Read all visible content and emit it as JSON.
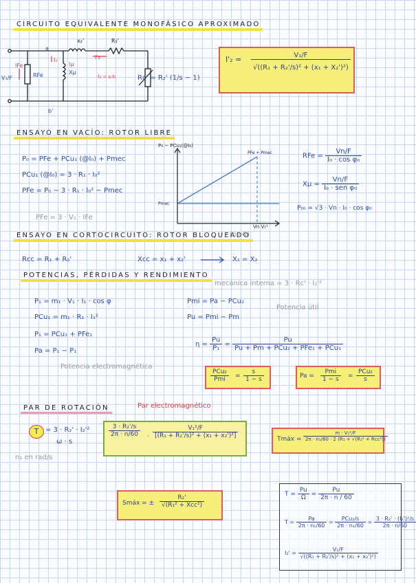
{
  "headers": {
    "circuit": "CIRCUITO EQUIVALENTE MONOFÁSICO APROXIMADO",
    "vacio": "ENSAYO EN VACÍO: ROTOR LIBRE",
    "cc": "ENSAYO EN CORTOCIRCUITO: ROTOR BLOQUEADO",
    "cc_note": "(n=0)",
    "potencias": "POTENCIAS, PÉRDIDAS Y RENDIMIENTO",
    "par": "PAR DE ROTACIÓN",
    "par_note": "Par electromagnético"
  },
  "circuit": {
    "lbl_a": "a",
    "lbl_b": "b'",
    "lbl_v": "V₁/F",
    "lbl_io": "I₀",
    "lbl_i2": "I'₂",
    "lbl_ife": "IFe",
    "lbl_rfe": "RFe",
    "lbl_imu": "Iμ",
    "lbl_xmu": "Xμ",
    "lbl_x2": "x₂'",
    "lbl_r2": "R₂'",
    "lbl_f": "f₂ = s·f₁",
    "lbl_rc": "Rc' = R₂' (1/s − 1)"
  },
  "i2_box": {
    "lhs": "I'₂ =",
    "num": "V₁/F",
    "den": "√((R₁ + R₂'/s)² + (x₁ + X₂')²)"
  },
  "vacio": {
    "e1": "P₀ = PFe + PCu₁ (@I₀) + Pmec",
    "e2": "PCu₁ (@I₀) = 3 · R₁ · I₀²",
    "e3": "PFe = P₀ − 3 · R₁ · I₀² − Pmec",
    "e4": "PFe = 3 · V₁ · IFe",
    "r1l": "RFe =",
    "r1n": "Vn/F",
    "r1d": "I₀ · cos φ₀",
    "r2l": "Xμ =",
    "r2n": "Vn/F",
    "r2d": "I₀ · sen φ₀",
    "r3": "P₀₀ = √3 · Vn · I₀ · cos φ₀"
  },
  "graph": {
    "ylabel": "P₀ − PCu₁(@I₀)",
    "xlabel": "Vn V₁²",
    "pt": "PFe + Pmec",
    "y0": "Pmec"
  },
  "cc": {
    "e1": "Rcc = R₁ + R₂'",
    "e2": "Xcc = x₁ + x₂'",
    "e3": "X₁ = X₂"
  },
  "pot": {
    "e1": "P₁ = m₁ · V₁ · I₁ · cos φ",
    "e2": "PCu₁ = m₁ · R₁ · I₁²",
    "e3": "P₁ = PCu₁ + PFe₁",
    "e4": "Pa = P₁ − P₁",
    "e4_note": "Potencia electromagnética",
    "e5": "Pmi = Pa − PCu₂",
    "e5_note": "mecánica interna = 3 · Rc' · I₂'²",
    "e6": "Pu = Pmi − Pm",
    "e6_note": "Potencia útil",
    "eta_l": "η =",
    "eta_n": "Pu",
    "eta_d": "P₁",
    "eta_n2": "Pu",
    "eta_d2": "Pu + Pm + PCu₂ + PFe₁ + PCu₁",
    "b1_n1": "PCu₂",
    "b1_d1": "Pmi",
    "b1_n2": "s",
    "b1_d2": "1 − s",
    "b2_l": "Pa =",
    "b2_n1": "Pmi",
    "b2_d1": "1 − s",
    "b2_n2": "PCu₂",
    "b2_d2": "s"
  },
  "par": {
    "t": "T",
    "t_eq": "= 3 · R₂' · I₂'²",
    "t_den": "ω · s",
    "t_mid_n": "3 · R₂'",
    "t_mid_ns": "s",
    "t_mid_d": "2π · n",
    "t_mid_d2": "60",
    "t_right_n": "V₁²/F",
    "t_right_d": "[(R₁ + R₂'/s)² + (x₁ + x₂')²]",
    "omega_note": "n₁ en rad/s",
    "tmax_l": "Tmáx =",
    "tmax_n": "m · V₁²/F",
    "tmax_d": "2π · n₁/60 · 2 (R₁ + √(R₁² + Rcc²))",
    "smax_l": "Smáx = ±",
    "smax_n": "R₂'",
    "smax_d": "√(R₁² + Xcc²)",
    "f1_l": "T =",
    "f1_n1": "Pu",
    "f1_d1": "Ω",
    "f1_n2": "Pu",
    "f1_d2": "2π · n",
    "f1_d3": "60",
    "f2_l": "T =",
    "f2_n1": "Pa",
    "f2_d1": "2π · n₁",
    "f2_d1b": "60",
    "f2_n2": "PCu₂/s",
    "f2_d2": "2π · n₁",
    "f2_d2b": "60",
    "f2_n3": "3 · R₂' · (I₂')²",
    "f2_n3b": "s",
    "f2_d3": "2π · n",
    "f2_d3b": "60",
    "f3_l": "I₂' =",
    "f3_n": "V₁/F",
    "f3_d": "√((R₁ + R₂'/s)² + (x₁ + x₂')²)"
  },
  "colors": {
    "grid": "#c9d6ec",
    "ink": "#2d4aa6",
    "highlight": "#f4ec52",
    "box_border": "#e25b5b"
  }
}
